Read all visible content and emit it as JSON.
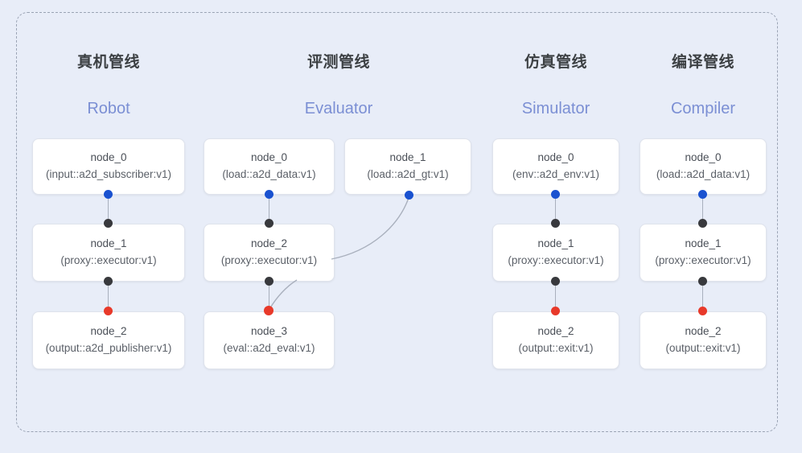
{
  "diagram": {
    "background_color": "#e8edf8",
    "frame_border_color": "#9aa3b4",
    "port_colors": {
      "input": "#1a52d0",
      "internal": "#38393d",
      "output": "#e8392a"
    },
    "edge_color": "#a9b0bd"
  },
  "columns": [
    {
      "id": "robot",
      "title_cn": "真机管线",
      "title_en": "Robot",
      "nodes": [
        {
          "name": "node_0",
          "type": "(input::a2d_subscriber:v1)"
        },
        {
          "name": "node_1",
          "type": "(proxy::executor:v1)"
        },
        {
          "name": "node_2",
          "type": "(output::a2d_publisher:v1)"
        }
      ]
    },
    {
      "id": "evaluator",
      "title_cn": "评测管线",
      "title_en": "Evaluator",
      "nodes": [
        {
          "name": "node_0",
          "type": "(load::a2d_data:v1)"
        },
        {
          "name": "node_1",
          "type": "(load::a2d_gt:v1)"
        },
        {
          "name": "node_2",
          "type": "(proxy::executor:v1)"
        },
        {
          "name": "node_3",
          "type": "(eval::a2d_eval:v1)"
        }
      ]
    },
    {
      "id": "simulator",
      "title_cn": "仿真管线",
      "title_en": "Simulator",
      "nodes": [
        {
          "name": "node_0",
          "type": "(env::a2d_env:v1)"
        },
        {
          "name": "node_1",
          "type": "(proxy::executor:v1)"
        },
        {
          "name": "node_2",
          "type": "(output::exit:v1)"
        }
      ]
    },
    {
      "id": "compiler",
      "title_cn": "编译管线",
      "title_en": "Compiler",
      "nodes": [
        {
          "name": "node_0",
          "type": "(load::a2d_data:v1)"
        },
        {
          "name": "node_1",
          "type": "(proxy::executor:v1)"
        },
        {
          "name": "node_2",
          "type": "(output::exit:v1)"
        }
      ]
    }
  ]
}
